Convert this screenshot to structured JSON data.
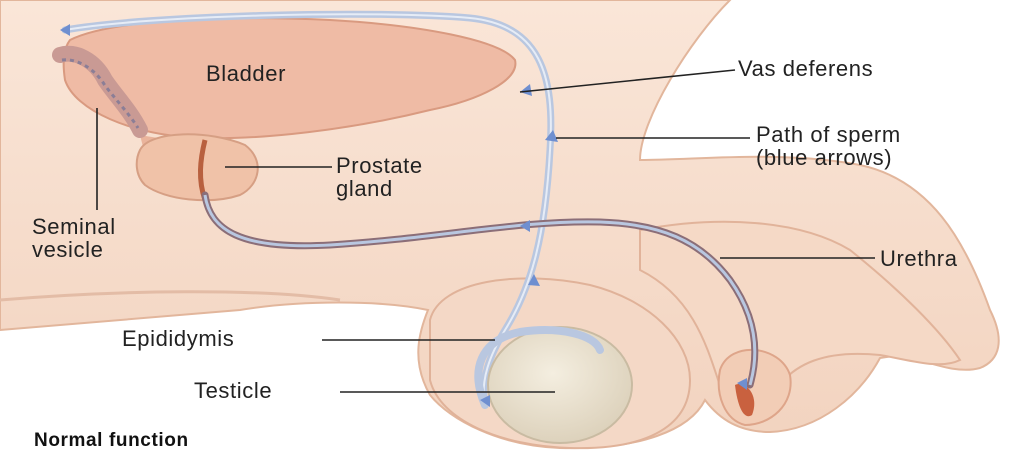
{
  "labels": {
    "bladder": "Bladder",
    "vas_deferens": "Vas deferens",
    "path_of_sperm_line1": "Path of sperm",
    "path_of_sperm_line2": "(blue arrows)",
    "prostate_line1": "Prostate",
    "prostate_line2": "gland",
    "seminal_line1": "Seminal",
    "seminal_line2": "vesicle",
    "urethra": "Urethra",
    "epididymis": "Epididymis",
    "testicle": "Testicle",
    "caption": "Normal function"
  },
  "colors": {
    "skin": "#f6dccb",
    "skin_shadow": "#e9bda3",
    "organ": "#f0c3ad",
    "organ_outline": "#d89e84",
    "duct_blue": "#b8c8e2",
    "arrow_blue": "#6f8fd0",
    "leader_line": "#222222"
  }
}
